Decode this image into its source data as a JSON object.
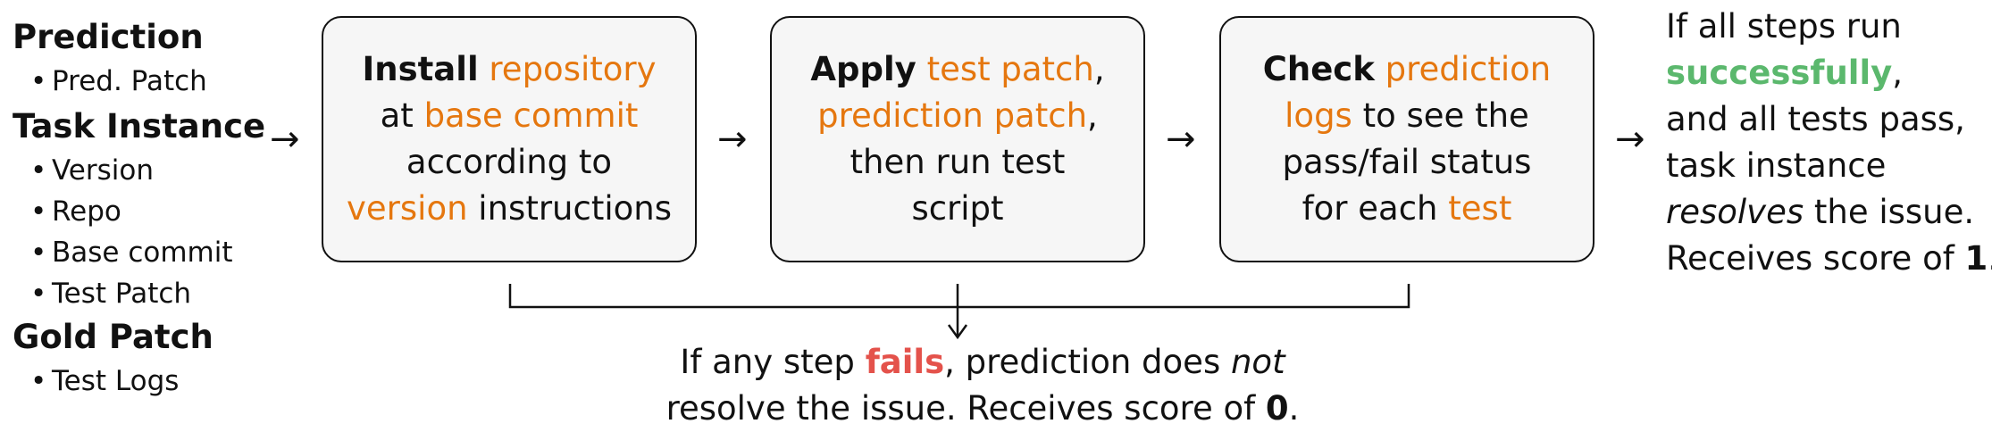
{
  "inputs": {
    "prediction": {
      "header": "Prediction",
      "items": [
        "Pred. Patch"
      ]
    },
    "task_instance": {
      "header": "Task Instance",
      "items": [
        "Version",
        "Repo",
        "Base commit",
        "Test Patch"
      ]
    },
    "gold_patch": {
      "header": "Gold Patch",
      "items": [
        "Test Logs"
      ]
    },
    "bullet": "•"
  },
  "arrow_glyph": "→",
  "down_arrow_glyph": "↓",
  "steps": [
    {
      "bold": "Install",
      "t1": " ",
      "o1": "repository",
      "t2": "at ",
      "o2": "base commit",
      "t3": "according to",
      "o3": "version",
      "t4": " instructions"
    },
    {
      "bold": "Apply",
      "t1": " ",
      "o1": "test patch",
      "t2": ",",
      "o2": "prediction patch",
      "t3": ",",
      "t4": "then run test",
      "t5": "script"
    },
    {
      "bold": "Check",
      "t1": " ",
      "o1": "prediction",
      "o2": "logs",
      "t2": " to see the",
      "t3": "pass/fail status",
      "t4": "for each ",
      "o3": "test"
    }
  ],
  "success": {
    "l1": "If all steps run",
    "green": "successfully",
    "comma": ",",
    "l3": "and all tests pass,",
    "l4": "task instance",
    "italic": "resolves",
    "l5": " the issue.",
    "l6": "Receives score of ",
    "score": "1",
    "period": "."
  },
  "failure": {
    "a": "If any step ",
    "red": "fails",
    "b": ", prediction does ",
    "italic": "not",
    "c": "resolve the issue. Receives score of ",
    "score": "0",
    "period": "."
  },
  "colors": {
    "orange": "#e5770f",
    "green": "#5bb86d",
    "red": "#e4524b",
    "box_fill": "#f6f6f6",
    "border": "#111111"
  }
}
